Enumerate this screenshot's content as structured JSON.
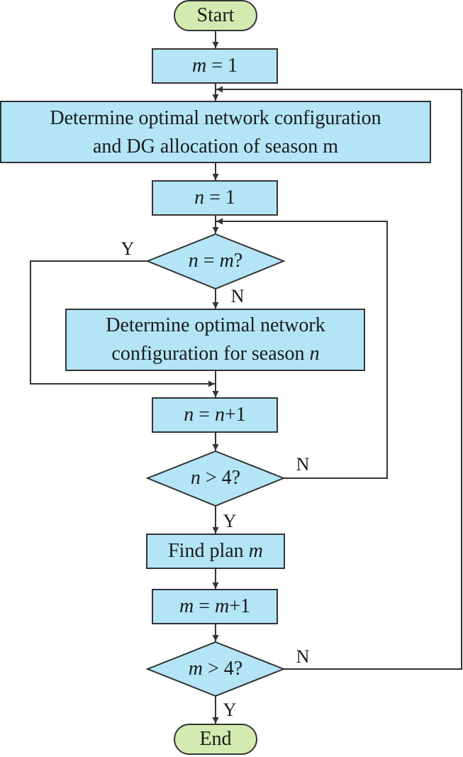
{
  "nodes": {
    "start": "Start",
    "m_init": {
      "var": "m",
      "rest": " = 1"
    },
    "determine_config_dg": {
      "line1": "Determine optimal network configuration",
      "line2": "and DG allocation of season m"
    },
    "n_init": {
      "var": "n",
      "rest": " = 1"
    },
    "decision_n_eq_m": {
      "var1": "n",
      "mid": " = ",
      "var2": "m",
      "tail": "?"
    },
    "determine_config_n": {
      "line1": "Determine optimal network",
      "line2_text": "configuration for season ",
      "line2_var": "n"
    },
    "n_increment": {
      "var1": "n",
      "mid": " = ",
      "var2": "n",
      "tail": "+1"
    },
    "decision_n_gt_4": {
      "var": "n",
      "rest": " > 4?"
    },
    "find_plan": {
      "text": "Find plan ",
      "var": "m"
    },
    "m_increment": {
      "var1": "m",
      "mid": " = ",
      "var2": "m",
      "tail": "+1"
    },
    "decision_m_gt_4": {
      "var": "m",
      "rest": " > 4?"
    },
    "end": "End"
  },
  "branch_labels": {
    "n_eq_m_yes": "Y",
    "n_eq_m_no": "N",
    "n_gt_4_no": "N",
    "n_gt_4_yes": "Y",
    "m_gt_4_no": "N",
    "m_gt_4_yes": "Y"
  },
  "colors": {
    "process_fill": "#b3e5f7",
    "terminal_fill": "#d3ebb0",
    "stroke": "#333333"
  }
}
